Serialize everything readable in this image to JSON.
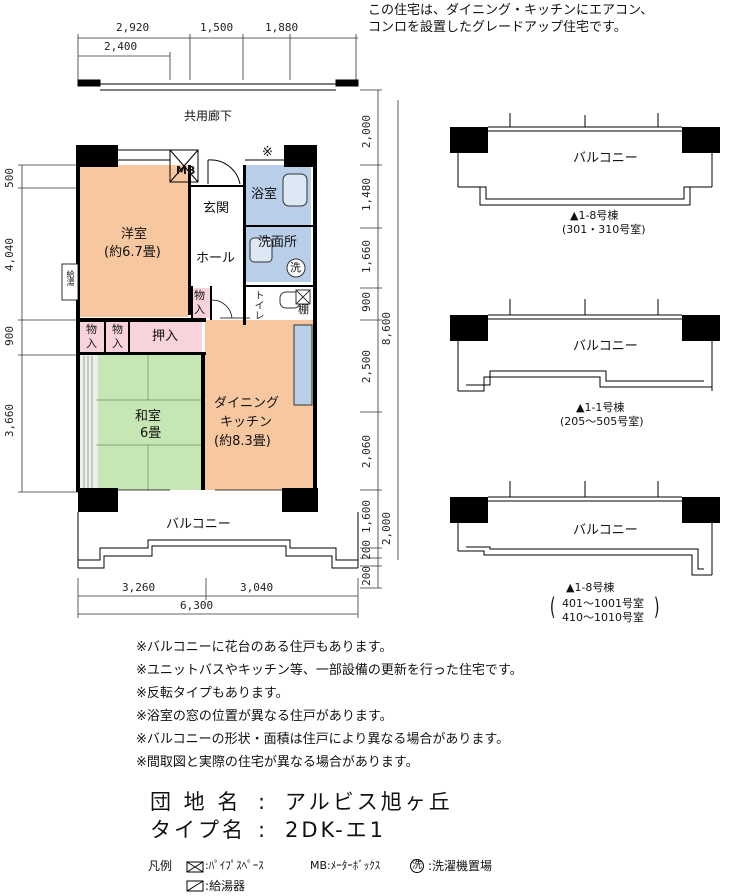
{
  "header_note": {
    "line1": "この住宅は、ダイニング・キッチンにエアコン、",
    "line2": "コンロを設置したグレードアップ住宅です。"
  },
  "top_dims": {
    "d1": "2,920",
    "d2": "1,500",
    "d3": "1,880",
    "d4": "2,400"
  },
  "corridor_label": "共用廊下",
  "left_dims": {
    "d1": "500",
    "d2": "4,040",
    "d3": "900",
    "d4": "3,660"
  },
  "right_dims": {
    "d1": "2,000",
    "d2": "1,480",
    "d3": "1,660",
    "d4": "900",
    "d5": "2,500",
    "d6": "2,060",
    "d7": "1,600",
    "d8": "200",
    "d9": "200",
    "total": "8,600",
    "bottom_total": "2,000"
  },
  "bottom_dims": {
    "d1": "3,260",
    "d2": "3,040",
    "total": "6,300"
  },
  "rooms": {
    "mb": "MB",
    "asterisk": "※",
    "genkan": "玄関",
    "yokushitsu": "浴室",
    "yoshitsu": "洋室",
    "yoshitsu_size": "(約6.7畳)",
    "hall": "ホール",
    "senmenjo": "洗面所",
    "sen_mark": "洗",
    "monoire1a": "物",
    "monoire1b": "入",
    "toilet": "トイレ",
    "tana": "棚",
    "monoire2a": "物",
    "monoire2b": "入",
    "monoire3a": "物",
    "monoire3b": "入",
    "oshiire": "押入",
    "washitsu": "和室",
    "washitsu_size": "6畳",
    "dk1": "ダイニング",
    "dk2": "キッチン",
    "dk_size": "(約8.3畳)",
    "balcony": "バルコニー",
    "kyuto": "給湯"
  },
  "variants": [
    {
      "balcony": "バルコニー",
      "building": "▲1-8号棟",
      "units": "(301・310号室)"
    },
    {
      "balcony": "バルコニー",
      "building": "▲1-1号棟",
      "units": "(205～505号室)"
    },
    {
      "balcony": "バルコニー",
      "building": "▲1-8号棟",
      "units1": "401～1001号室",
      "units2": "410～1010号室"
    }
  ],
  "notes": [
    "※バルコニーに花台のある住戸もあります。",
    "※ユニットバスやキッチン等、一部設備の更新を行った住宅です。",
    "※反転タイプもあります。",
    "※浴室の窓の位置が異なる住戸があります。",
    "※バルコニーの形状・面積は住戸により異なる場合があります。",
    "※間取図と実際の住宅が異なる場合があります。"
  ],
  "info": {
    "danchi_label": "団 地 名",
    "sep1": ":",
    "danchi_value": "アルビス旭ヶ丘",
    "type_label": "タイプ名",
    "sep2": ":",
    "type_value": "2DK-エ1"
  },
  "legend": {
    "title": "凡例",
    "ps": ":ﾊﾟｲﾌﾟｽﾍﾟｰｽ",
    "mb": "MB:ﾒｰﾀｰﾎﾞｯｸｽ",
    "sen_mark": "洗",
    "sen": ":洗濯機置場",
    "kyuto": ":給湯器"
  },
  "colors": {
    "yoshitsu": "#f7c8a0",
    "dk": "#f7c8a0",
    "washitsu": "#c6e6b4",
    "wet": "#b9cfe9",
    "oshiire": "#f8d3dc",
    "wall": "#000000"
  }
}
